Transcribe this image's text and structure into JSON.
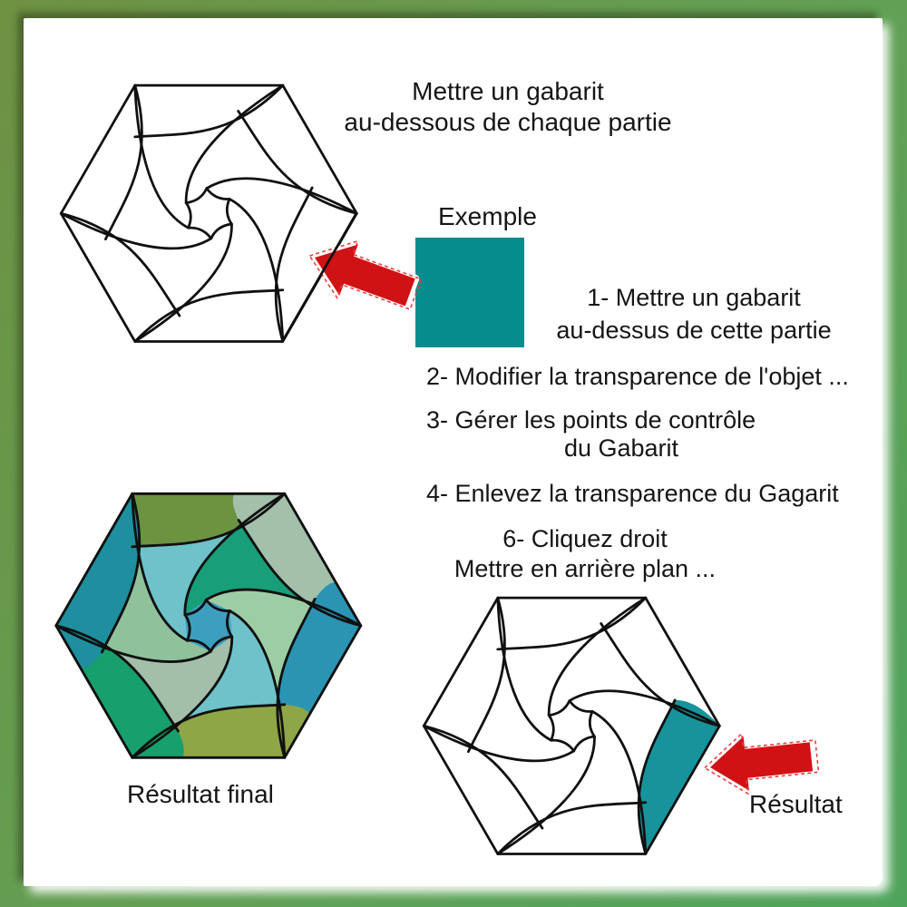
{
  "frame": {
    "outer_color_topleft": "#6E9142",
    "outer_color_bottomright": "#4FA45C",
    "panel_color": "#FFFFFF"
  },
  "captions": {
    "top_line1": "Mettre un gabarit",
    "top_line2": "au-dessous de chaque partie",
    "exemple": "Exemple",
    "result_final": "Résultat final",
    "result": "Résultat"
  },
  "steps": {
    "s1_line1": "1- Mettre un gabarit",
    "s1_line2": "au-dessus de cette partie",
    "s2": "2- Modifier la transparence de l'objet ...",
    "s3_line1": "3- Gérer les points de contrôle",
    "s3_line2": "du Gabarit",
    "s4": "4- Enlevez la transparence du Gagarit",
    "s6_line1": "6- Cliquez droit",
    "s6_line2": "Mettre en arrière plan ..."
  },
  "example_square_color": "#058D8D",
  "arrow": {
    "fill": "#D01215",
    "marquee": "#ED3B3B",
    "halo": "#FFFFFF"
  },
  "hexagon_colors": {
    "line": "#101010",
    "white_fill": "#FFFFFF",
    "center": "#3D9FC0",
    "result_piece": "#17939B",
    "edges": {
      "a240": "#6B9340",
      "a300": "#A3C0AB",
      "a0": "#2B94B3",
      "a60": "#8FA646",
      "a120": "#17A06B",
      "a180": "#1E8F9E"
    },
    "blades": {
      "a240": "#6FC2CA",
      "a300": "#189E78",
      "a0": "#9DCDA4",
      "a60": "#6FC2CA",
      "a120": "#A3BFA9",
      "a180": "#8FC29B"
    }
  }
}
